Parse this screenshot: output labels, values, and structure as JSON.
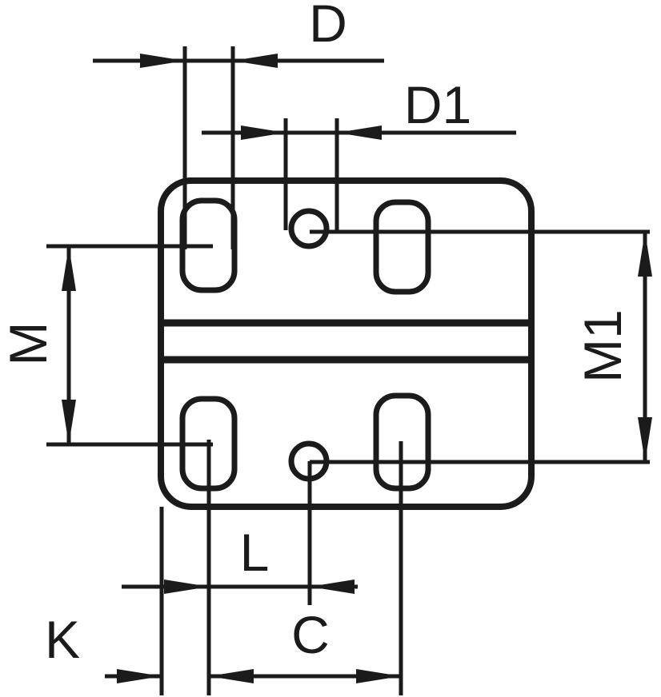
{
  "diagram": {
    "labels": {
      "d": "D",
      "d1": "D1",
      "m": "M",
      "m1": "M1",
      "l": "L",
      "c": "C",
      "k": "K"
    }
  },
  "colors": {
    "line": "#1b1b1b",
    "background": "#ffffff"
  }
}
